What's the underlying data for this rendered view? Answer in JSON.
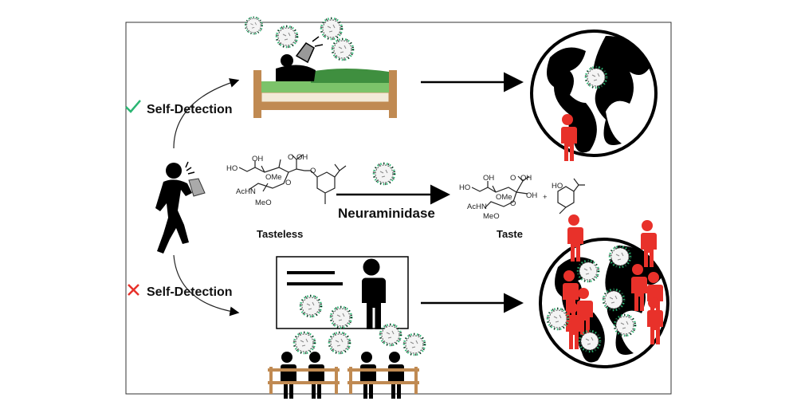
{
  "labels": {
    "self_detection_yes": "Self-Detection",
    "self_detection_no": "Self-Detection",
    "enzyme": "Neuraminidase",
    "substrate_caption": "Tasteless",
    "product_caption": "Taste",
    "plus": "+"
  },
  "substrate_atoms": {
    "ho": "HO",
    "oh": "OH",
    "ome": "OMe",
    "acid_o": "O",
    "acid_oh": "OH",
    "achn": "AcHN",
    "meo": "MeO",
    "ring_o": "O",
    "ether_o": "O"
  },
  "product_atoms": {
    "ho": "HO",
    "oh": "OH",
    "ome": "OMe",
    "acid_o": "O",
    "acid_oh": "OH",
    "achn": "AcHN",
    "meo": "MeO",
    "ring_o": "O",
    "anomeric_oh": "OH",
    "phenol_ho": "HO"
  },
  "icons": {
    "yes": "check-icon",
    "no": "cross-icon"
  },
  "colors": {
    "check": "#2bb673",
    "cross": "#e8312a",
    "infected_person": "#e8312a",
    "bed_frame": "#c08a52",
    "blanket": "#3f8f3f",
    "blanket_light": "#7cc36a",
    "virus_spike": "#2bb673"
  }
}
